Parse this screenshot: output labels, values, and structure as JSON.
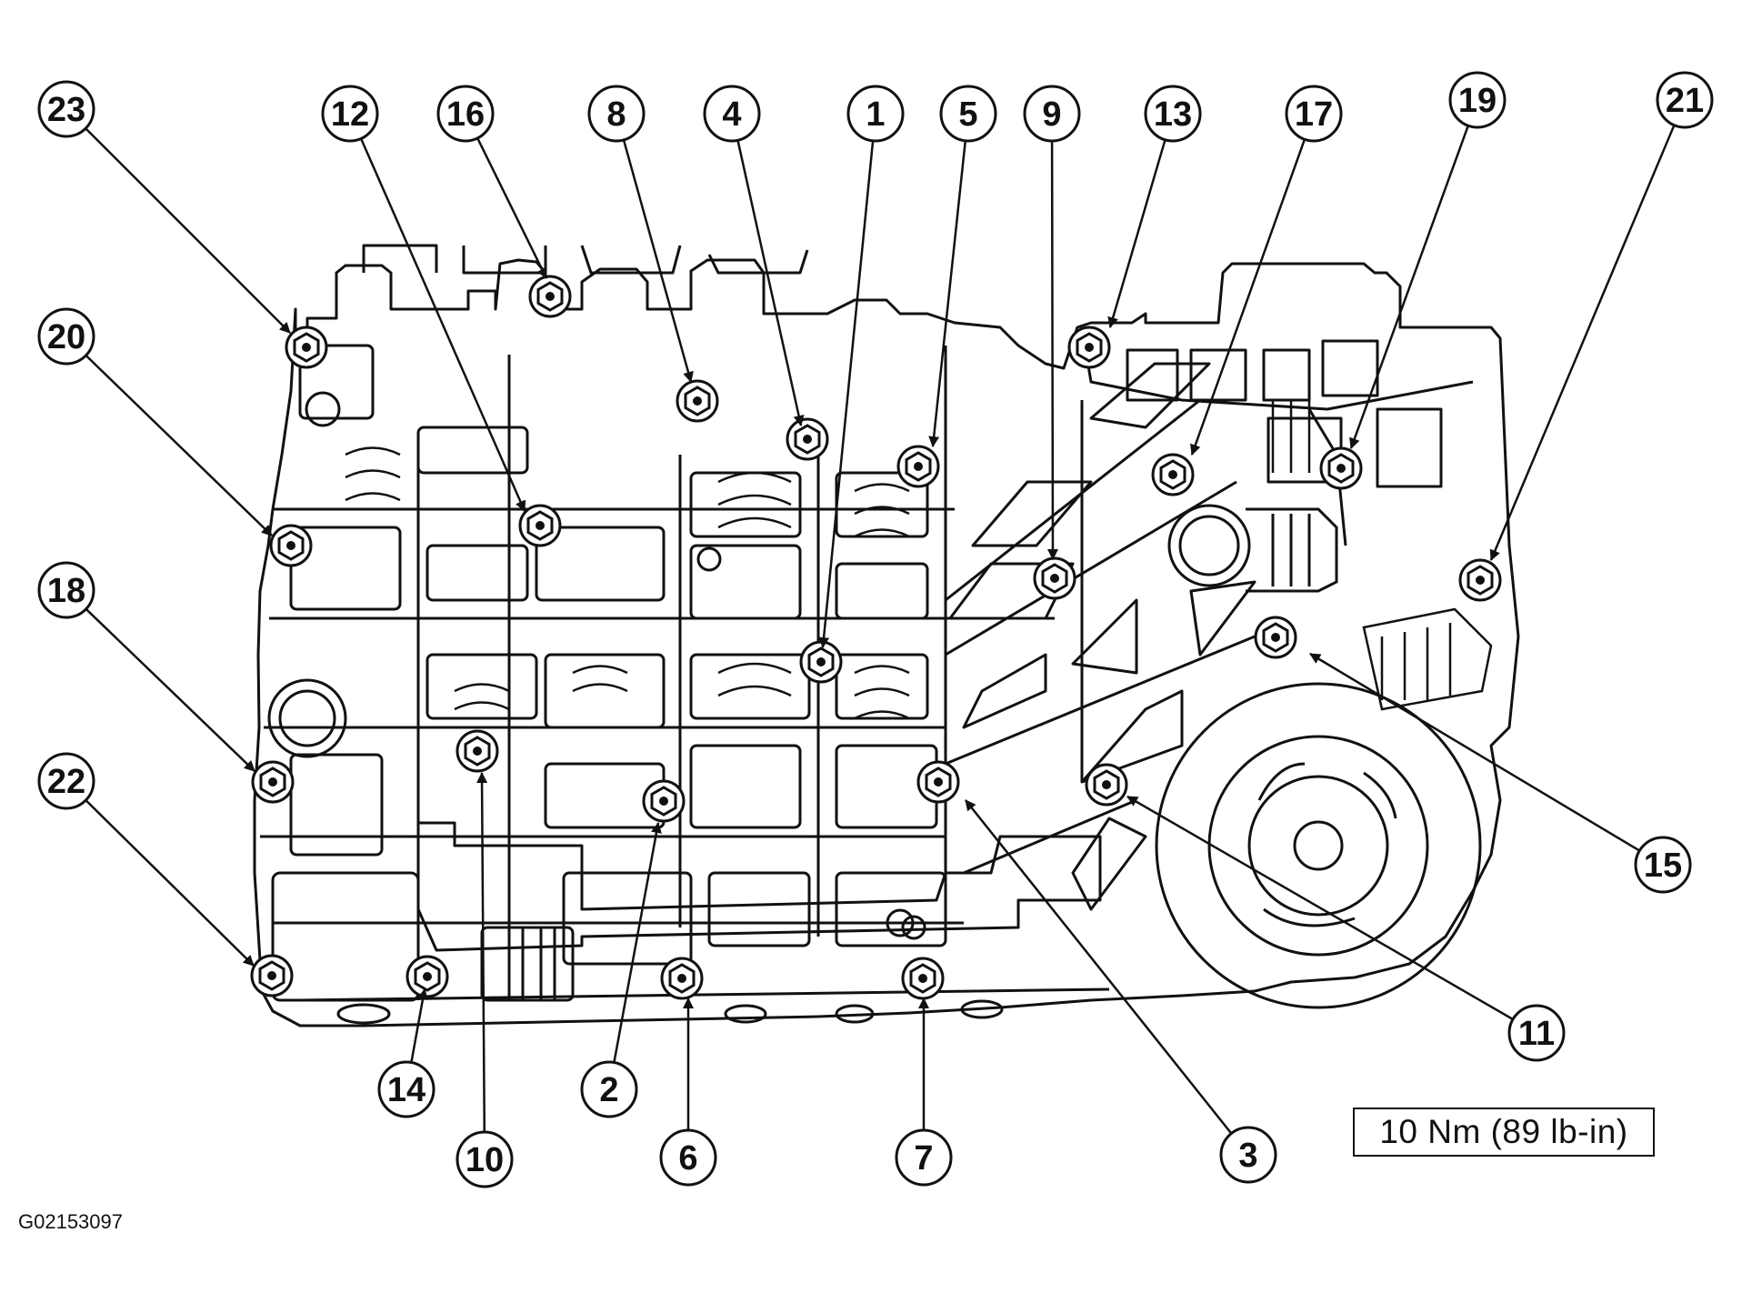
{
  "diagram": {
    "callouts": [
      "1",
      "2",
      "3",
      "4",
      "5",
      "6",
      "7",
      "8",
      "9",
      "10",
      "11",
      "12",
      "13",
      "14",
      "15",
      "16",
      "17",
      "18",
      "19",
      "20",
      "21",
      "22",
      "23"
    ],
    "torque_spec": "10 Nm (89 lb-in)",
    "figure_id": "G02153097"
  },
  "colors": {
    "line": "#111111",
    "background": "#ffffff"
  }
}
